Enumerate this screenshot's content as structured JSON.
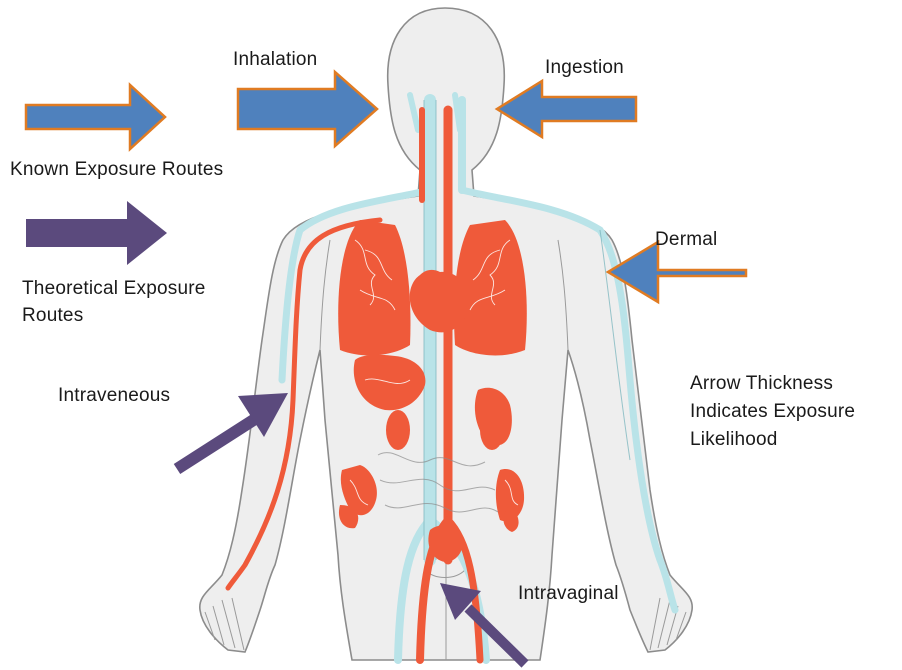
{
  "labels": {
    "inhalation": "Inhalation",
    "ingestion": "Ingestion",
    "known_routes": "Known Exposure Routes",
    "dermal": "Dermal",
    "theoretical_routes": "Theoretical Exposure\nRoutes",
    "intravenous": "Intraveneous",
    "arrow_note": "Arrow Thickness\nIndicates Exposure\nLikelihood",
    "intravaginal": "Intravaginal"
  },
  "colors": {
    "known_arrow_fill": "#4f81bd",
    "known_arrow_outline": "#e07b22",
    "theoretical_arrow_fill": "#5b4a7d",
    "organ_red": "#ef5a3a",
    "vessel_blue": "#b9e3e8",
    "skin": "#eeeeee",
    "outline": "#8c8c8c"
  },
  "icons": {
    "body": "human-body-circulatory-icon"
  }
}
